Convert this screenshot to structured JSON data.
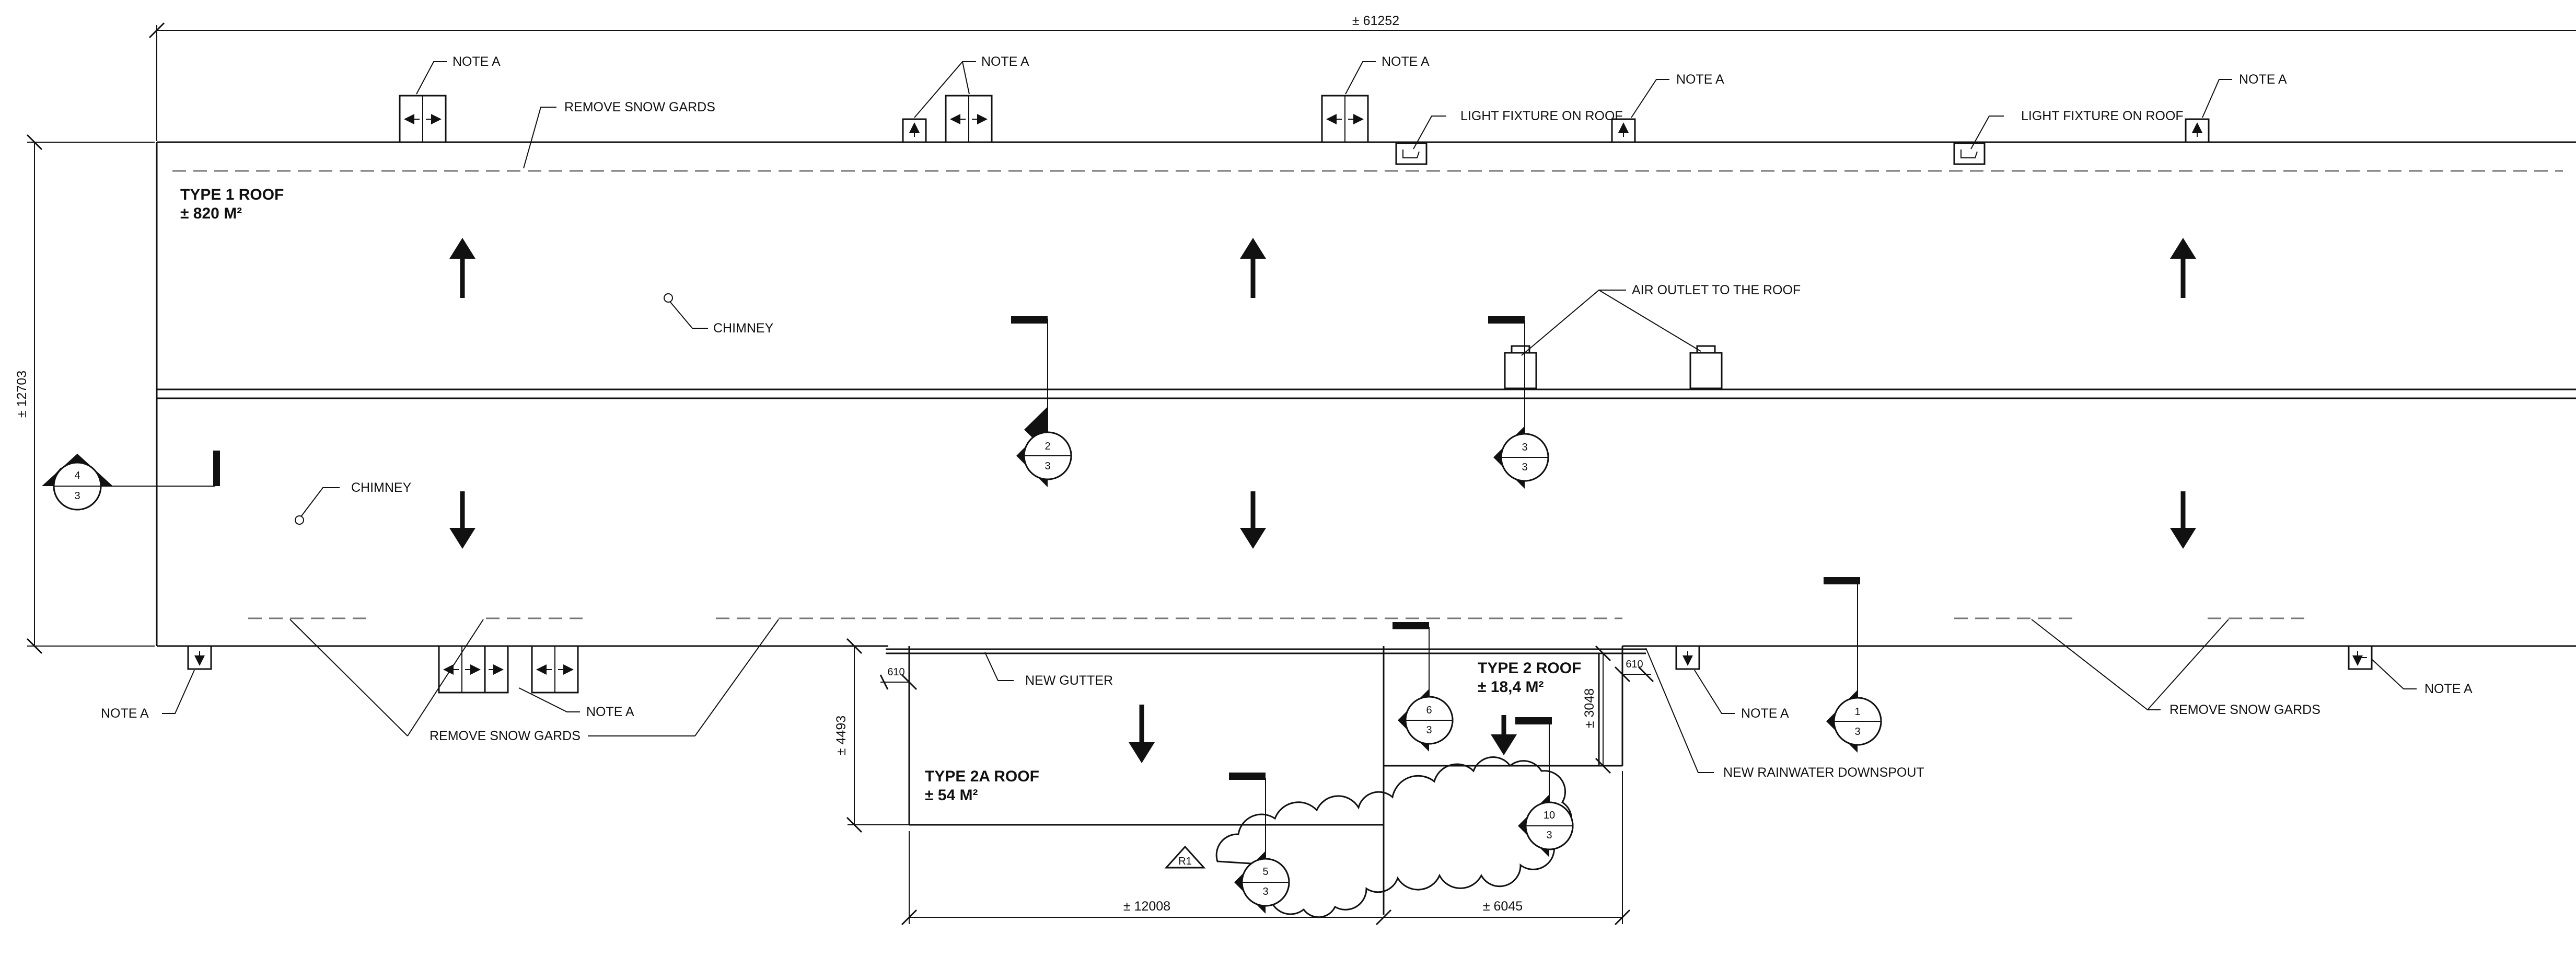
{
  "overall_width": "± 61252",
  "overall_depth": "± 12703",
  "roofs": {
    "type1": {
      "name": "TYPE 1 ROOF",
      "area": "± 820 M²"
    },
    "type2": {
      "name": "TYPE 2 ROOF",
      "area": "± 18,4 M²"
    },
    "type2a": {
      "name": "TYPE 2A ROOF",
      "area": "± 54 M²"
    }
  },
  "labels": {
    "note_a": "NOTE A",
    "remove_snow_gards": "REMOVE SNOW GARDS",
    "light_fixture": "LIGHT FIXTURE ON ROOF",
    "chimney": "CHIMNEY",
    "air_outlet": "AIR OUTLET TO THE ROOF",
    "new_gutter": "NEW GUTTER",
    "new_downspout": "NEW RAINWATER DOWNSPOUT",
    "revision": "R1"
  },
  "dimensions": {
    "d4493": "± 4493",
    "d3048": "± 3048",
    "d610a": "610",
    "d610b": "610",
    "d12008": "± 12008",
    "d6045": "± 6045"
  },
  "section_markers": [
    {
      "top": "4",
      "bottom": "3"
    },
    {
      "top": "2",
      "bottom": "3"
    },
    {
      "top": "3",
      "bottom": "3"
    },
    {
      "top": "1",
      "bottom": "3"
    },
    {
      "top": "6",
      "bottom": "3"
    },
    {
      "top": "10",
      "bottom": "3"
    },
    {
      "top": "5",
      "bottom": "3"
    }
  ]
}
